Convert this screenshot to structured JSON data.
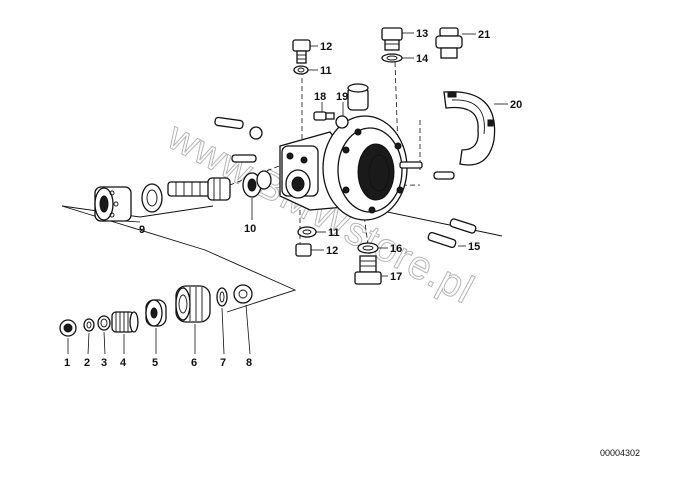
{
  "diagram": {
    "callouts": [
      "1",
      "2",
      "3",
      "4",
      "5",
      "6",
      "7",
      "8",
      "9",
      "10",
      "11",
      "12",
      "13",
      "14",
      "15",
      "16",
      "17",
      "18",
      "19",
      "20",
      "21"
    ],
    "watermark": "www.BMWstore.pl",
    "document_number": "00004302"
  }
}
